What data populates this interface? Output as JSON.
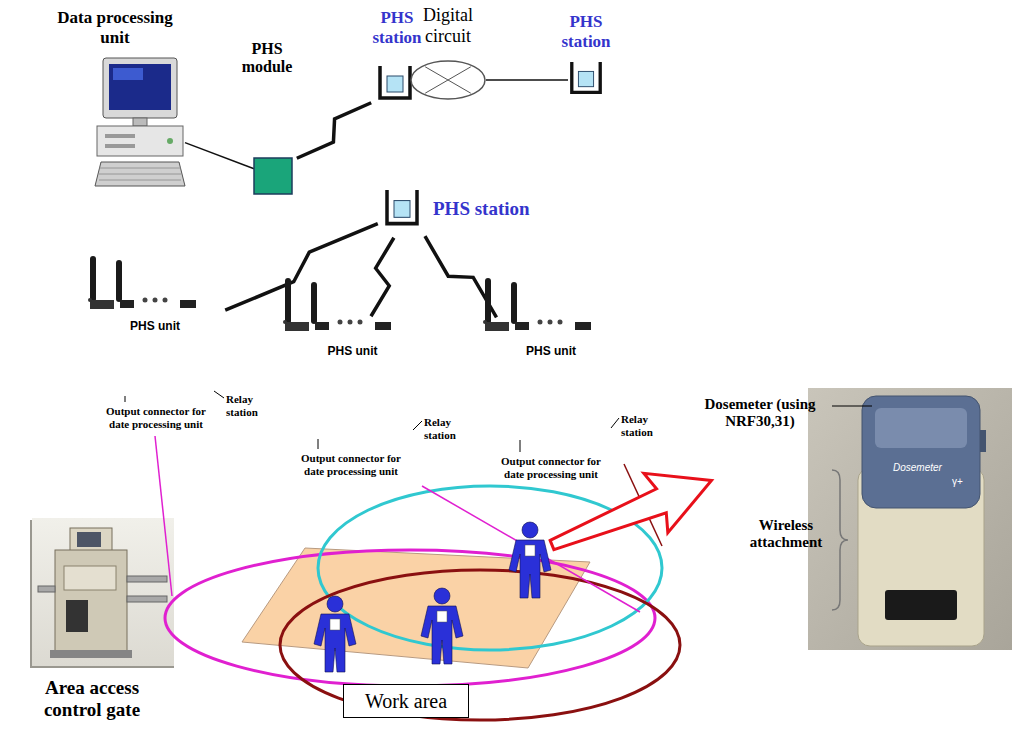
{
  "diagram": {
    "nodes": [
      {
        "text": [
          "Data processing unit"
        ]
      },
      {
        "text": [
          "PHS module"
        ]
      },
      {
        "text": [
          "PHS station"
        ]
      },
      {
        "text": [
          "Digital circuit"
        ]
      },
      {
        "text": [
          "PHS station"
        ]
      },
      {
        "text": [
          "PHS station"
        ]
      },
      {
        "text": [
          "PHS unit"
        ]
      },
      {
        "text": [
          "PHS unit"
        ]
      },
      {
        "text": [
          "PHS unit"
        ]
      },
      {
        "text": [
          "Work area"
        ]
      }
    ],
    "edges": [
      {
        "from": 0,
        "to": 1,
        "arrow": "none"
      },
      {
        "from": 1,
        "to": 2,
        "arrow": "none"
      },
      {
        "from": 2,
        "to": 3,
        "arrow": "none"
      },
      {
        "from": 3,
        "to": 4,
        "arrow": "none"
      },
      {
        "from": 5,
        "to": 6,
        "arrow": "none"
      },
      {
        "from": 5,
        "to": 7,
        "arrow": "none"
      },
      {
        "from": 5,
        "to": 8,
        "arrow": "none"
      }
    ],
    "labels": [
      "Relay station",
      "Output connector for date processing unit",
      "Relay station",
      "Output connector for date processing unit",
      "Relay station",
      "Output connector for date processing unit",
      "Dosemeter (using NRF30,31)",
      "Wireless attachment",
      "Dosemeter",
      "γ+",
      "Area access control gate"
    ]
  }
}
